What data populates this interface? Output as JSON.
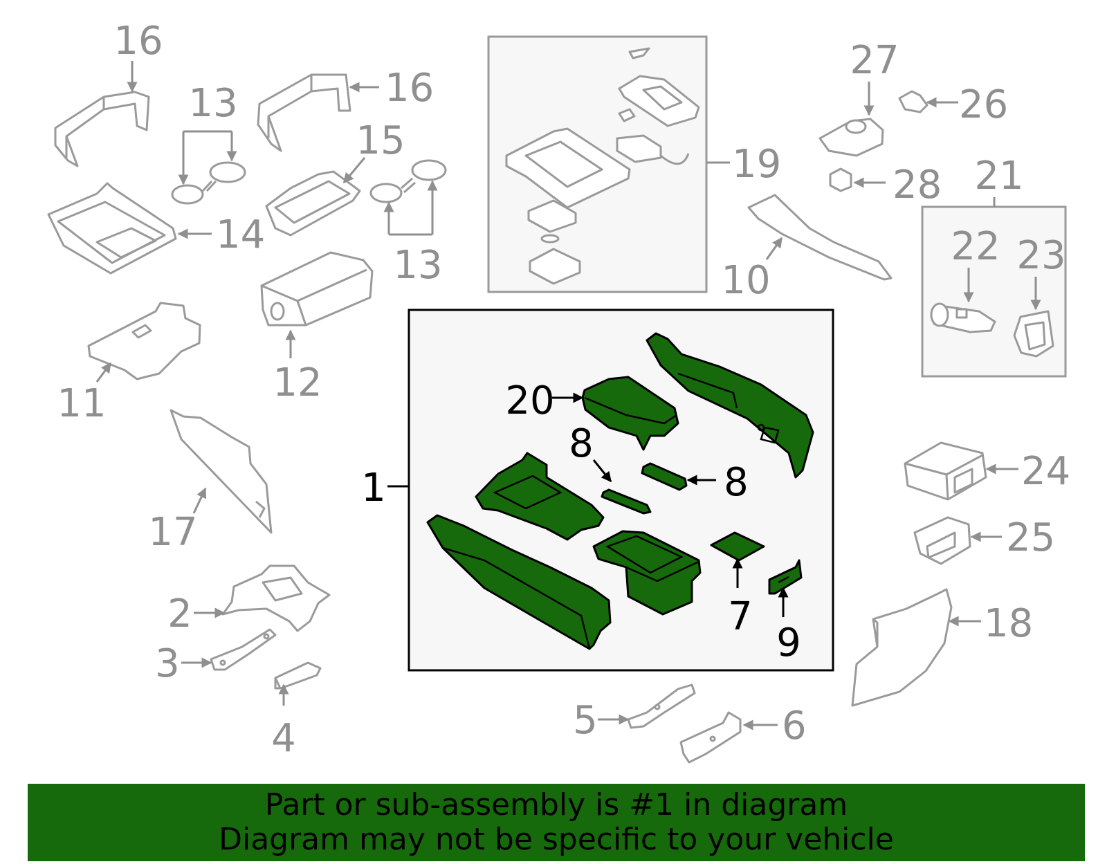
{
  "callouts": {
    "c1": "1",
    "c2": "2",
    "c3": "3",
    "c4": "4",
    "c5": "5",
    "c6": "6",
    "c7": "7",
    "c8a": "8",
    "c8b": "8",
    "c9": "9",
    "c10": "10",
    "c11": "11",
    "c12": "12",
    "c13a": "13",
    "c13b": "13",
    "c14": "14",
    "c15": "15",
    "c16a": "16",
    "c16b": "16",
    "c17": "17",
    "c18": "18",
    "c19": "19",
    "c20": "20",
    "c21": "21",
    "c22": "22",
    "c23": "23",
    "c24": "24",
    "c25": "25",
    "c26": "26",
    "c27": "27",
    "c28": "28"
  },
  "banner": {
    "line1": "Part or sub-assembly is #1 in diagram",
    "line2": "Diagram may not be specific to your vehicle"
  },
  "colors": {
    "highlight": "#176a0c",
    "other_parts": "#9a9a9a",
    "background": "#ffffff"
  }
}
